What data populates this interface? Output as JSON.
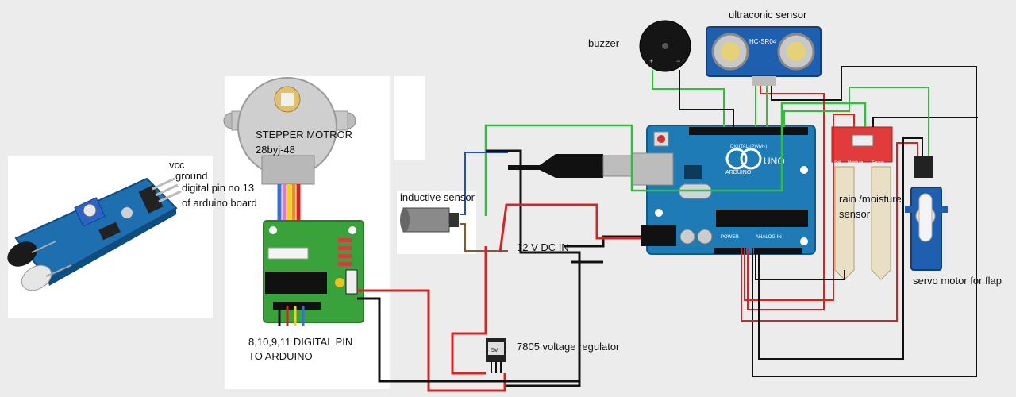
{
  "labels": {
    "vcc": "vcc",
    "ground": "ground",
    "digital_pin": "digital pin no 13",
    "of_arduino": "of arduino board",
    "stepper_line1": "STEPPER MOTROR",
    "stepper_line2": "28byj-48",
    "digital_pins_line1": "8,10,9,11 DIGITAL PIN",
    "digital_pins_line2": "TO ARDUINO",
    "inductive": "inductive sensor",
    "dc_in": "12 V DC IN",
    "regulator": "7805 voltage regulator",
    "buzzer": "buzzer",
    "ultrasonic": "ultraconic sensor",
    "rain_line1": "rain /moisture",
    "rain_line2": "sensor",
    "servo": "servo motor for flap"
  },
  "component_text": {
    "hcsr04": "HC-SR04",
    "arduino_brand": "ARDUINO",
    "uno": "UNO",
    "digital_pwm": "DIGITAL (PWM~)",
    "power": "POWER",
    "analog_in": "ANALOG IN",
    "regulator_mark": "5V",
    "rain_board_left": "Soil",
    "rain_board_mid": "Moisture",
    "rain_board_right": "Sensor"
  },
  "colors": {
    "arduino_blue": "#1f7bb5",
    "wire_red": "#e02020",
    "wire_black": "#111111",
    "wire_green": "#2fbf3a",
    "wire_brown": "#8b5a2b",
    "wire_blue": "#2b4fb0",
    "driver_green": "#3aa23a",
    "sensor_red": "#e23b3b"
  }
}
